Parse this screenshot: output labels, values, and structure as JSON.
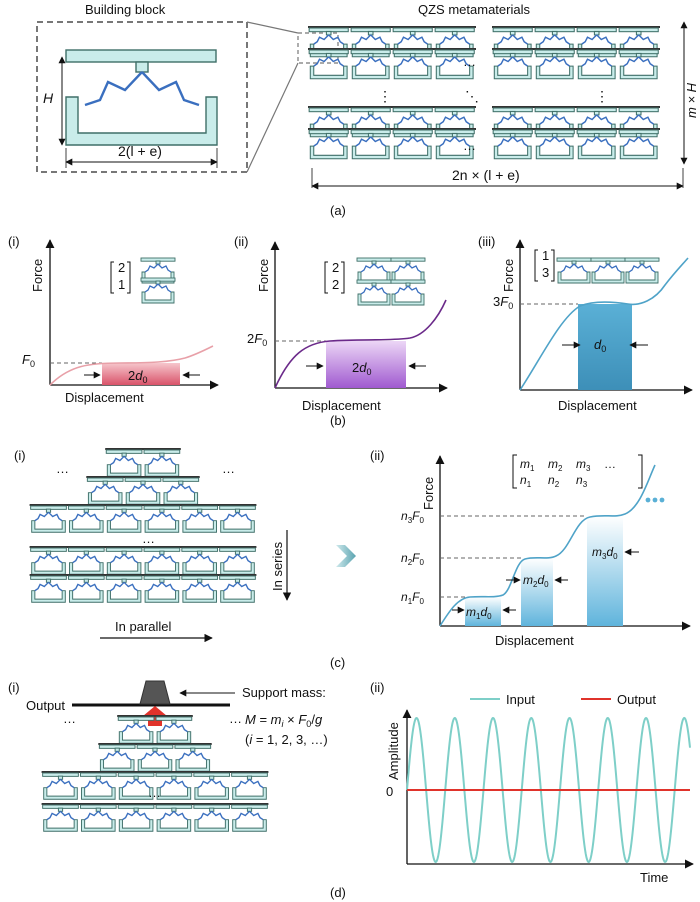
{
  "panel_a": {
    "block_title": "Building block",
    "meta_title": "QZS metamaterials",
    "h_label": "H",
    "width_label": "2(l + e)",
    "total_width_label": "2n × (l + e)",
    "total_height_label": "m × H",
    "dots": "…",
    "vdots": "⋮",
    "ddots": "⋱",
    "caption": "(a)"
  },
  "panel_b": {
    "caption": "(b)",
    "sub": [
      {
        "tag": "(i)",
        "ylabel": "Force",
        "xlabel": "Displacement",
        "force_tick": "F0",
        "force_tick_base": "F",
        "force_tick_sub": "0",
        "force_tick_pre": "",
        "plateau_label_pre": "2",
        "plateau_label_base": "d",
        "plateau_label_sub": "0",
        "matrix": [
          "2",
          "1"
        ],
        "color": "#e8a0a8"
      },
      {
        "tag": "(ii)",
        "ylabel": "Force",
        "xlabel": "Displacement",
        "force_tick_pre": "2",
        "force_tick_base": "F",
        "force_tick_sub": "0",
        "plateau_label_pre": "2",
        "plateau_label_base": "d",
        "plateau_label_sub": "0",
        "matrix": [
          "2",
          "2"
        ],
        "color": "#6b2a8a"
      },
      {
        "tag": "(iii)",
        "ylabel": "Force",
        "xlabel": "Displacement",
        "force_tick_pre": "3",
        "force_tick_base": "F",
        "force_tick_sub": "0",
        "plateau_label_pre": "",
        "plateau_label_base": "d",
        "plateau_label_sub": "0",
        "matrix": [
          "1",
          "3"
        ],
        "color": "#4fa3c8"
      }
    ]
  },
  "panel_c": {
    "caption": "(c)",
    "tag_i": "(i)",
    "tag_ii": "(ii)",
    "in_series": "In series",
    "in_parallel": "In parallel",
    "ylabel": "Force",
    "xlabel": "Displacement",
    "ticks": [
      "n1F0",
      "n2F0",
      "n3F0"
    ],
    "plateaus": [
      "m1d0",
      "m2d0",
      "m3d0"
    ],
    "matrix_top": [
      "m1",
      "m2",
      "m3",
      "…"
    ],
    "matrix_bottom": [
      "n1",
      "n2",
      "n3"
    ],
    "dots": "…"
  },
  "panel_d": {
    "caption": "(d)",
    "tag_i": "(i)",
    "tag_ii": "(ii)",
    "output_label": "Output",
    "support_mass": "Support mass:",
    "mass_formula": "M = mi × F0/g",
    "index_range": "(i = 1, 2, 3, …)",
    "legend_input": "Input",
    "legend_output": "Output",
    "ylabel": "Amplitude",
    "xlabel": "Time",
    "zero_tick": "0",
    "input_color": "#7ecfc8",
    "output_color": "#e0332b",
    "dots": "…"
  },
  "colors": {
    "block_fill": "#c9ecea",
    "block_stroke": "#3f6f68",
    "spring": "#3a6fbf",
    "axis": "#111111"
  }
}
